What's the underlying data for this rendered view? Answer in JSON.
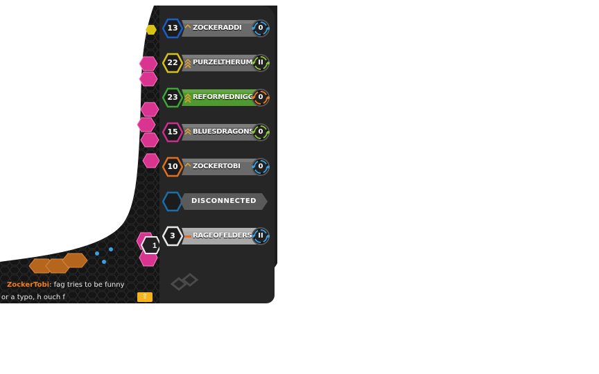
{
  "colors": {
    "panel_bg": "#262626",
    "map_bg": "#151515",
    "pink_territory": "#d93590",
    "orange_territory": "#b5651d",
    "chat_username": "#f07d1e",
    "send_button": "#f2b521"
  },
  "players": [
    {
      "level": "13",
      "name": "ZOCKERADDI",
      "score": "0",
      "hex_color": "#1a5fc8",
      "bar_color": "#6a6a6a",
      "ring_color": "#3aa0e0",
      "rank_icon": "single-chevron-rank-icon"
    },
    {
      "level": "22",
      "name": "PURZELTHERUM",
      "score": "II",
      "hex_color": "#d8c218",
      "bar_color": "#6a6a6a",
      "ring_color": "#8cc43c",
      "rank_icon": "triple-chevron-rank-icon"
    },
    {
      "level": "23",
      "name": "REFORMEDNIGGER",
      "score": "0",
      "hex_color": "#3fa635",
      "bar_color": "#4f9a2c",
      "ring_color": "#f07d1e",
      "rank_icon": "triple-chevron-rank-icon"
    },
    {
      "level": "15",
      "name": "BLUESDRAGONS",
      "score": "0",
      "hex_color": "#cc2e8a",
      "bar_color": "#6a6a6a",
      "ring_color": "#8cc43c",
      "rank_icon": "double-chevron-rank-icon"
    },
    {
      "level": "10",
      "name": "ZOCKERTOBI",
      "score": "0",
      "hex_color": "#e07020",
      "bar_color": "#6a6a6a",
      "ring_color": "#3aa0e0",
      "rank_icon": "single-chevron-rank-icon"
    },
    {
      "level": "",
      "name": "DISCONNECTED",
      "score": "",
      "hex_color": "#1a6fa8",
      "bar_color": "#5a5a5a",
      "ring_color": "",
      "rank_icon": ""
    },
    {
      "level": "3",
      "name": "RAGEOFELDERS",
      "score": "II",
      "hex_color": "#e8e8e8",
      "bar_color": "#a8a8a8",
      "ring_color": "#3aa0e0",
      "rank_icon": "bar-rank-icon"
    }
  ],
  "map": {
    "visible_hex_label": "1"
  },
  "chat": {
    "line1_user": "ZockerTobi",
    "line1_text": ": fag tries to be funny",
    "line2_text": "or a typo, h          ouch f",
    "send_icon": "up-arrow-icon"
  }
}
